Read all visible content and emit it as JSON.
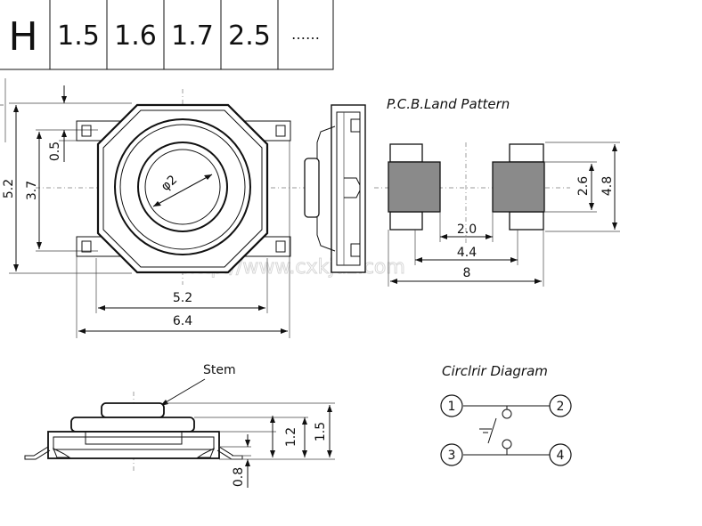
{
  "header_table": {
    "label": "H",
    "values": [
      "1.5",
      "1.6",
      "1.7",
      "2.5",
      "……"
    ]
  },
  "watermark": "http://www.cxkjdz.com",
  "top_view": {
    "dims": {
      "height_outer": "5.2",
      "height_pins": "3.7",
      "pin_width": "0.5",
      "body_width": "5.2",
      "total_width": "6.4",
      "diameter": "φ2"
    }
  },
  "pcb": {
    "title": "P.C.B.Land Pattern",
    "dims": {
      "pad_height": "2.6",
      "total_height": "4.8",
      "inner_gap": "2.0",
      "pitch": "4.4",
      "total_width": "8"
    },
    "colors": {
      "pad_fill": "#8a8a8a"
    }
  },
  "side_view": {
    "stem_label": "Stem",
    "dims": {
      "lead_thickness": "0.8",
      "body_height": "1.2",
      "total_height": "1.5"
    }
  },
  "circuit": {
    "title": "Circlrir Diagram",
    "terminals": [
      "1",
      "2",
      "3",
      "4"
    ]
  }
}
